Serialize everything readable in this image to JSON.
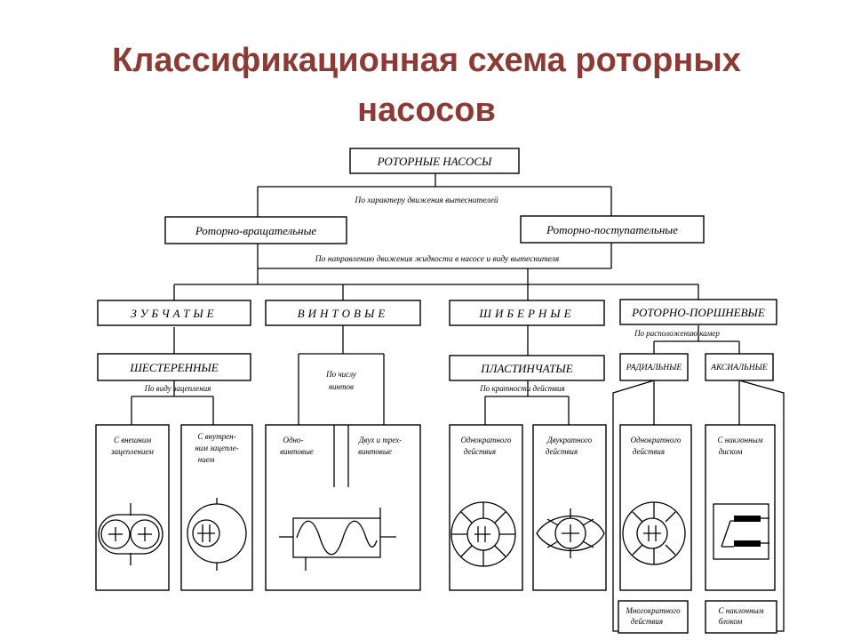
{
  "title": "Классификационная схема роторных насосов",
  "root": "РОТОРНЫЕ НАСОСЫ",
  "criteria": {
    "c1": "По характеру движения вытеснителей",
    "c2": "По направлению движения жидкости в насосе и виду вытеснителя",
    "c3": "По виду зацепления",
    "c4": "По кратности действия",
    "c5": "По расположению камер",
    "c6a": "По числу",
    "c6b": "винтов"
  },
  "level1": {
    "rv": "Роторно-вращательные",
    "rp": "Роторно-поступательные"
  },
  "level2": {
    "zub": "ЗУБЧАТЫЕ",
    "vint": "ВИНТОВЫЕ",
    "shib": "ШИБЕРНЫЕ",
    "rporsh": "РОТОРНО-ПОРШНЕВЫЕ"
  },
  "level3": {
    "shest": "ШЕСТЕРЕННЫЕ",
    "plast": "ПЛАСТИНЧАТЫЕ",
    "rad": "РАДИАЛЬНЫЕ",
    "aks": "АКСИАЛЬНЫЕ"
  },
  "leaves": {
    "ext1": "С внешним",
    "ext2": "зацеплением",
    "int1": "С внутрен-",
    "int2": "ним зацепле-",
    "int3": "нием",
    "one1": "Одно-",
    "one2": "винтовые",
    "two1": "Двух и трех-",
    "two2": "винтовые",
    "single1": "Однократного",
    "single2": "действия",
    "double1": "Двукратного",
    "double2": "действия",
    "rsingle1": "Однократного",
    "rsingle2": "действия",
    "disk1": "С наклонным",
    "disk2": "диском",
    "multi1": "Многократного",
    "multi2": "действия",
    "block1": "С наклонным",
    "block2": "блоком"
  }
}
